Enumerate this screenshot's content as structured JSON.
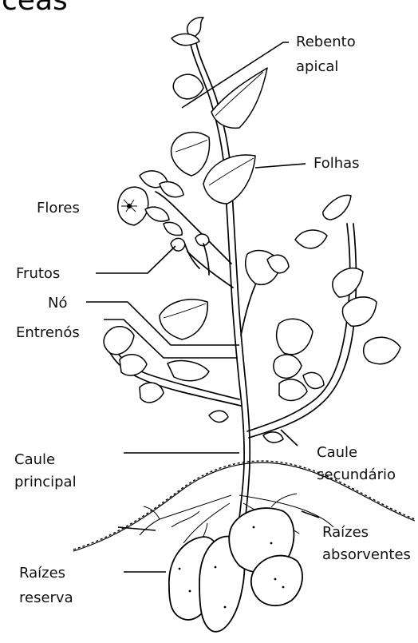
{
  "title_fragment": "ceas",
  "labels": {
    "rebento_apical": [
      "Rebento",
      "apical"
    ],
    "folhas": "Folhas",
    "flores": "Flores",
    "frutos": "Frutos",
    "no": "Nó",
    "entrenos": "Entrenós",
    "caule_principal": [
      "Caule",
      "principal"
    ],
    "caule_secundario": [
      "Caule",
      "secundário"
    ],
    "raizes_absorventes": [
      "Raízes",
      "absorventes"
    ],
    "raizes_reserva": [
      "Raízes",
      "reserva"
    ]
  }
}
